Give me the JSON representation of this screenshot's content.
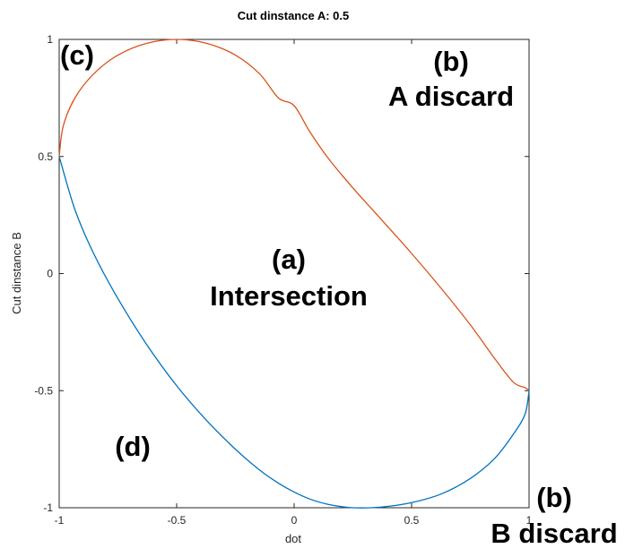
{
  "chart_data": {
    "type": "line",
    "title": "Cut dinstance A: 0.5",
    "xlabel": "dot",
    "ylabel": "Cut dinstance B",
    "xlim": [
      -1,
      1
    ],
    "ylim": [
      -1,
      1
    ],
    "xticks": [
      "-1",
      "-0.5",
      "0",
      "0.5",
      "1"
    ],
    "yticks": [
      "-1",
      "-0.5",
      "0",
      "0.5",
      "1"
    ],
    "grid": false,
    "series": [
      {
        "color": "#d95319",
        "x": [
          -1.0,
          -0.983,
          -0.933,
          -0.853,
          -0.75,
          -0.629,
          -0.5,
          -0.371,
          -0.25,
          -0.147,
          -0.067,
          0.0,
          0.067,
          0.147,
          0.25,
          0.371,
          0.5,
          0.629,
          0.75,
          0.853,
          0.933,
          0.983,
          1.0
        ],
        "y": [
          0.5,
          0.629,
          0.75,
          0.853,
          0.933,
          0.983,
          1.0,
          0.983,
          0.933,
          0.853,
          0.75,
          0.717,
          0.605,
          0.49,
          0.366,
          0.231,
          0.086,
          -0.067,
          -0.219,
          -0.362,
          -0.464,
          -0.487,
          -0.5
        ]
      },
      {
        "color": "#0072bd",
        "x": [
          -1.0,
          -0.933,
          -0.853,
          -0.75,
          -0.629,
          -0.5,
          -0.371,
          -0.25,
          -0.147,
          -0.067,
          0.0,
          0.067,
          0.147,
          0.25,
          0.371,
          0.5,
          0.629,
          0.75,
          0.853,
          0.933,
          0.983,
          1.0
        ],
        "y": [
          0.5,
          0.273,
          0.085,
          -0.107,
          -0.301,
          -0.479,
          -0.629,
          -0.75,
          -0.839,
          -0.895,
          -0.933,
          -0.963,
          -0.986,
          -1.0,
          -0.997,
          -0.978,
          -0.94,
          -0.875,
          -0.79,
          -0.686,
          -0.6,
          -0.5
        ]
      }
    ],
    "annotations": [
      {
        "id": "a",
        "lines": [
          "(a)",
          "Intersection"
        ]
      },
      {
        "id": "b-top",
        "lines": [
          "(b)",
          "A discard"
        ]
      },
      {
        "id": "b-bottom",
        "lines": [
          "(b)",
          "B discard"
        ]
      },
      {
        "id": "c",
        "lines": [
          "(c)"
        ]
      },
      {
        "id": "d",
        "lines": [
          "(d)"
        ]
      }
    ]
  }
}
